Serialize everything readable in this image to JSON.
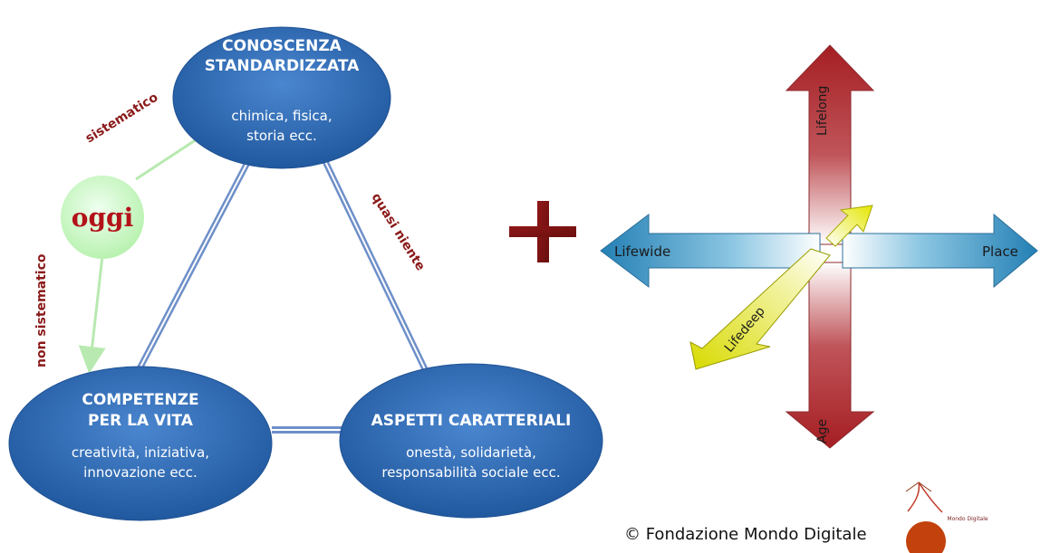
{
  "triangle": {
    "top": {
      "title_line1": "CONOSCENZA",
      "title_line2": "STANDARDIZZATA",
      "sub_line1": "chimica, fisica,",
      "sub_line2": "storia ecc."
    },
    "left": {
      "title_line1": "COMPETENZE",
      "title_line2": "PER LA VITA",
      "sub_line1": "creatività, iniziativa,",
      "sub_line2": "innovazione ecc."
    },
    "right": {
      "title_line1": "ASPETTI CARATTERIALI",
      "sub_line1": "onestà, solidarietà,",
      "sub_line2": "responsabilità sociale ecc."
    },
    "edges": {
      "sistematico": "sistematico",
      "non_sistematico": "non sistematico",
      "quasi_niente": "quasi niente"
    },
    "oggi": "oggi"
  },
  "plus": "+",
  "axes": {
    "up": "Lifelong",
    "down": "Age",
    "left": "Lifewide",
    "right": "Place",
    "diagonal": "Lifedeep"
  },
  "colors": {
    "ellipse": "#2f6db5",
    "red_arrow": "#a51e22",
    "blue_arrow": "#2a8fc0",
    "yellow_arrow": "#e4e600",
    "oggi_circle": "#c8f5c0",
    "link": "#6e8fc9"
  },
  "footer": {
    "copyright": "© Fondazione Mondo Digitale",
    "logo_text": "Mondo Digitale"
  }
}
